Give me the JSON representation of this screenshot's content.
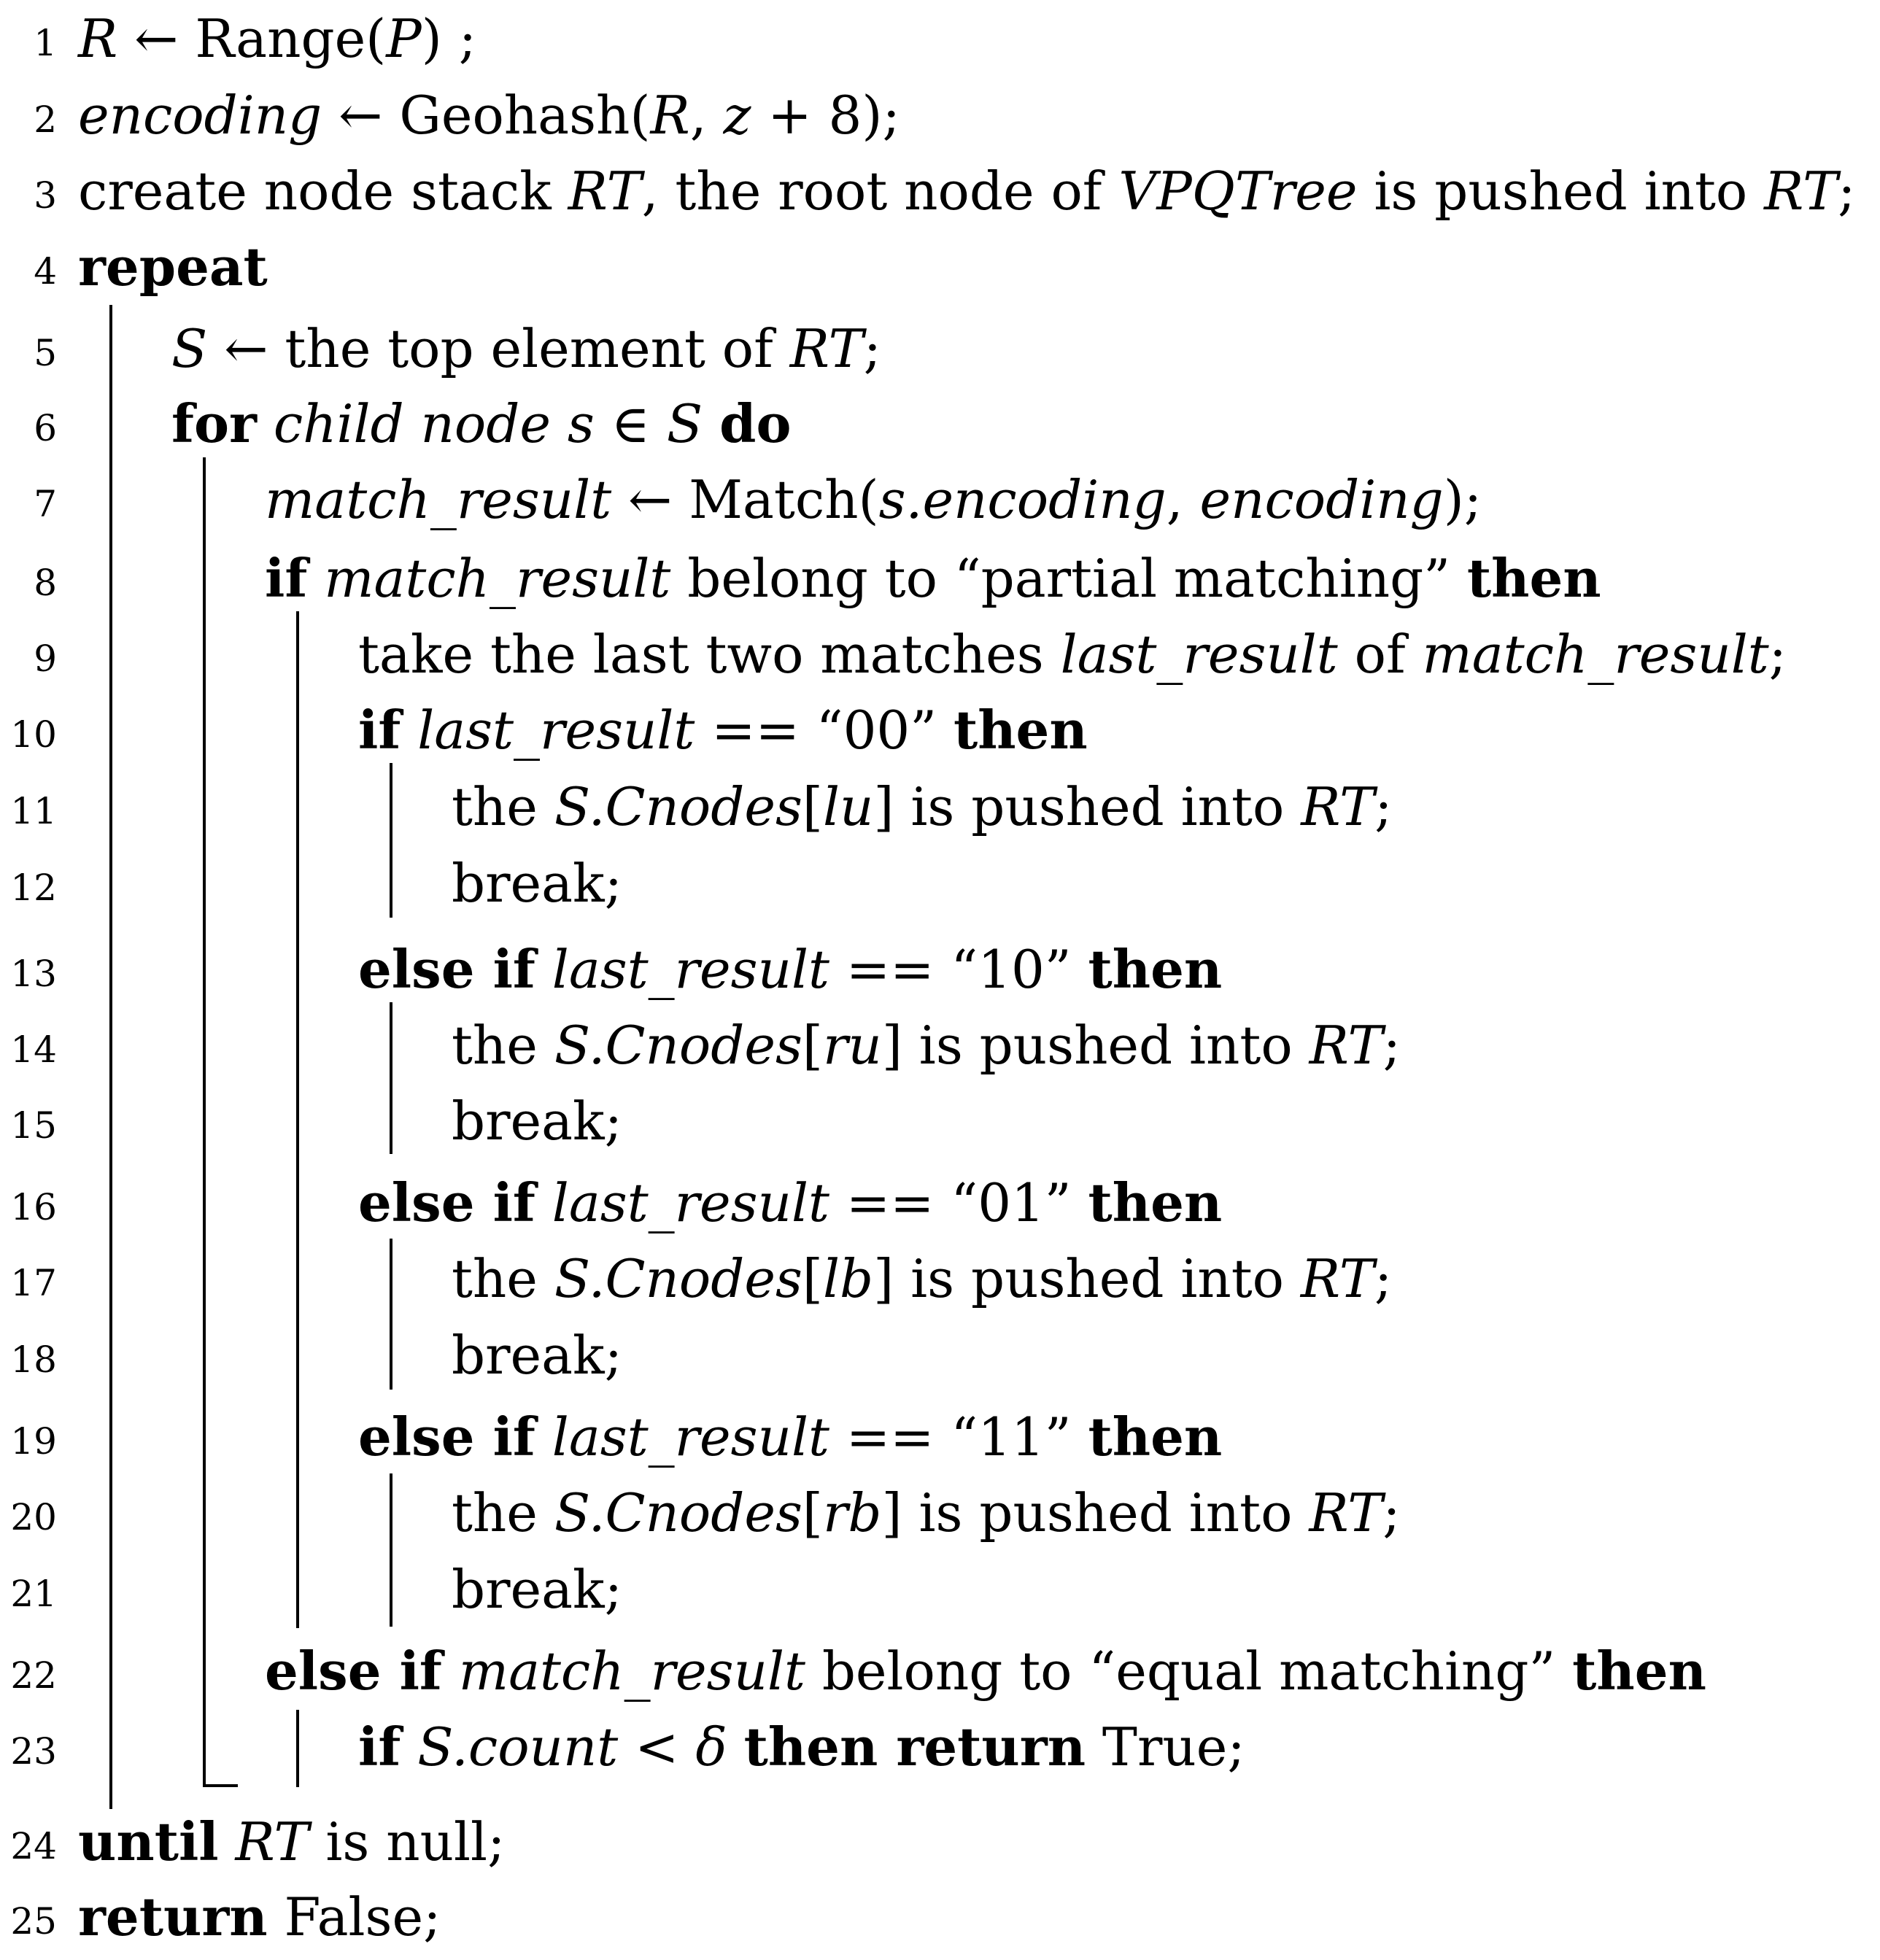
{
  "lines": [
    {
      "no": "1",
      "indent": 0,
      "segments": [
        {
          "t": "R",
          "s": "it"
        },
        {
          "t": " ← Range(",
          "s": ""
        },
        {
          "t": "P",
          "s": "it"
        },
        {
          "t": ") ;",
          "s": ""
        }
      ]
    },
    {
      "no": "2",
      "indent": 0,
      "segments": [
        {
          "t": "encoding",
          "s": "it"
        },
        {
          "t": " ← Geohash(",
          "s": ""
        },
        {
          "t": "R",
          "s": "it"
        },
        {
          "t": ", ",
          "s": ""
        },
        {
          "t": "z",
          "s": "it"
        },
        {
          "t": " + 8);",
          "s": ""
        }
      ]
    },
    {
      "no": "3",
      "indent": 0,
      "segments": [
        {
          "t": "create node stack ",
          "s": ""
        },
        {
          "t": "RT",
          "s": "it"
        },
        {
          "t": ", the root node of ",
          "s": ""
        },
        {
          "t": "VPQTree",
          "s": "it"
        },
        {
          "t": " is pushed into ",
          "s": ""
        },
        {
          "t": "RT",
          "s": "it"
        },
        {
          "t": ";",
          "s": ""
        }
      ]
    },
    {
      "no": "4",
      "indent": 0,
      "segments": [
        {
          "t": "repeat",
          "s": "kw"
        }
      ]
    },
    {
      "no": "5",
      "indent": 1,
      "segments": [
        {
          "t": "S",
          "s": "it"
        },
        {
          "t": " ← the top element of ",
          "s": ""
        },
        {
          "t": "RT",
          "s": "it"
        },
        {
          "t": ";",
          "s": ""
        }
      ]
    },
    {
      "no": "6",
      "indent": 1,
      "segments": [
        {
          "t": "for",
          "s": "kw"
        },
        {
          "t": " ",
          "s": ""
        },
        {
          "t": "child node s",
          "s": "it"
        },
        {
          "t": " ∈ ",
          "s": ""
        },
        {
          "t": "S",
          "s": "it"
        },
        {
          "t": " ",
          "s": ""
        },
        {
          "t": "do",
          "s": "kw"
        }
      ]
    },
    {
      "no": "7",
      "indent": 2,
      "segments": [
        {
          "t": "match_result",
          "s": "it"
        },
        {
          "t": " ← Match(",
          "s": ""
        },
        {
          "t": "s.encoding",
          "s": "it"
        },
        {
          "t": ", ",
          "s": ""
        },
        {
          "t": "encoding",
          "s": "it"
        },
        {
          "t": ");",
          "s": ""
        }
      ]
    },
    {
      "no": "8",
      "indent": 2,
      "segments": [
        {
          "t": "if",
          "s": "kw"
        },
        {
          "t": " ",
          "s": ""
        },
        {
          "t": "match_result",
          "s": "it"
        },
        {
          "t": " belong to “partial matching” ",
          "s": ""
        },
        {
          "t": "then",
          "s": "kw"
        }
      ]
    },
    {
      "no": "9",
      "indent": 3,
      "segments": [
        {
          "t": "take the last two matches ",
          "s": ""
        },
        {
          "t": "last_result",
          "s": "it"
        },
        {
          "t": " of ",
          "s": ""
        },
        {
          "t": "match_result",
          "s": "it"
        },
        {
          "t": ";",
          "s": ""
        }
      ]
    },
    {
      "no": "10",
      "indent": 3,
      "segments": [
        {
          "t": "if",
          "s": "kw"
        },
        {
          "t": " ",
          "s": ""
        },
        {
          "t": "last_result",
          "s": "it"
        },
        {
          "t": " == “00” ",
          "s": ""
        },
        {
          "t": "then",
          "s": "kw"
        }
      ]
    },
    {
      "no": "11",
      "indent": 4,
      "segments": [
        {
          "t": "the ",
          "s": ""
        },
        {
          "t": "S.Cnodes",
          "s": "it"
        },
        {
          "t": "[",
          "s": ""
        },
        {
          "t": "lu",
          "s": "it"
        },
        {
          "t": "] is pushed into ",
          "s": ""
        },
        {
          "t": "RT",
          "s": "it"
        },
        {
          "t": ";",
          "s": ""
        }
      ]
    },
    {
      "no": "12",
      "indent": 4,
      "segments": [
        {
          "t": "break;",
          "s": ""
        }
      ]
    },
    {
      "no": "13",
      "indent": 3,
      "segments": [
        {
          "t": "else if",
          "s": "kw"
        },
        {
          "t": " ",
          "s": ""
        },
        {
          "t": "last_result",
          "s": "it"
        },
        {
          "t": " == “10” ",
          "s": ""
        },
        {
          "t": "then",
          "s": "kw"
        }
      ]
    },
    {
      "no": "14",
      "indent": 4,
      "segments": [
        {
          "t": "the ",
          "s": ""
        },
        {
          "t": "S.Cnodes",
          "s": "it"
        },
        {
          "t": "[",
          "s": ""
        },
        {
          "t": "ru",
          "s": "it"
        },
        {
          "t": "] is pushed into ",
          "s": ""
        },
        {
          "t": "RT",
          "s": "it"
        },
        {
          "t": ";",
          "s": ""
        }
      ]
    },
    {
      "no": "15",
      "indent": 4,
      "segments": [
        {
          "t": "break;",
          "s": ""
        }
      ]
    },
    {
      "no": "16",
      "indent": 3,
      "segments": [
        {
          "t": "else if",
          "s": "kw"
        },
        {
          "t": " ",
          "s": ""
        },
        {
          "t": "last_result",
          "s": "it"
        },
        {
          "t": " == “01” ",
          "s": ""
        },
        {
          "t": "then",
          "s": "kw"
        }
      ]
    },
    {
      "no": "17",
      "indent": 4,
      "segments": [
        {
          "t": "the ",
          "s": ""
        },
        {
          "t": "S.Cnodes",
          "s": "it"
        },
        {
          "t": "[",
          "s": ""
        },
        {
          "t": "lb",
          "s": "it"
        },
        {
          "t": "] is pushed into ",
          "s": ""
        },
        {
          "t": "RT",
          "s": "it"
        },
        {
          "t": ";",
          "s": ""
        }
      ]
    },
    {
      "no": "18",
      "indent": 4,
      "segments": [
        {
          "t": "break;",
          "s": ""
        }
      ]
    },
    {
      "no": "19",
      "indent": 3,
      "segments": [
        {
          "t": "else if",
          "s": "kw"
        },
        {
          "t": " ",
          "s": ""
        },
        {
          "t": "last_result",
          "s": "it"
        },
        {
          "t": " == “11” ",
          "s": ""
        },
        {
          "t": "then",
          "s": "kw"
        }
      ]
    },
    {
      "no": "20",
      "indent": 4,
      "segments": [
        {
          "t": "the ",
          "s": ""
        },
        {
          "t": "S.Cnodes",
          "s": "it"
        },
        {
          "t": "[",
          "s": ""
        },
        {
          "t": "rb",
          "s": "it"
        },
        {
          "t": "] is pushed into ",
          "s": ""
        },
        {
          "t": "RT",
          "s": "it"
        },
        {
          "t": ";",
          "s": ""
        }
      ]
    },
    {
      "no": "21",
      "indent": 4,
      "segments": [
        {
          "t": "break;",
          "s": ""
        }
      ]
    },
    {
      "no": "22",
      "indent": 2,
      "segments": [
        {
          "t": "else if",
          "s": "kw"
        },
        {
          "t": " ",
          "s": ""
        },
        {
          "t": "match_result",
          "s": "it"
        },
        {
          "t": " belong to “equal matching” ",
          "s": ""
        },
        {
          "t": "then",
          "s": "kw"
        }
      ]
    },
    {
      "no": "23",
      "indent": 3,
      "segments": [
        {
          "t": "if",
          "s": "kw"
        },
        {
          "t": " ",
          "s": ""
        },
        {
          "t": "S.count",
          "s": "it"
        },
        {
          "t": " < ",
          "s": ""
        },
        {
          "t": "δ",
          "s": "it"
        },
        {
          "t": " ",
          "s": ""
        },
        {
          "t": "then return",
          "s": "kw"
        },
        {
          "t": " True;",
          "s": ""
        }
      ]
    },
    {
      "no": "24",
      "indent": 0,
      "segments": [
        {
          "t": "until",
          "s": "kw"
        },
        {
          "t": " ",
          "s": ""
        },
        {
          "t": "RT",
          "s": "it"
        },
        {
          "t": " is null;",
          "s": ""
        }
      ]
    },
    {
      "no": "25",
      "indent": 0,
      "segments": [
        {
          "t": "return",
          "s": "kw"
        },
        {
          "t": " False;",
          "s": ""
        }
      ]
    }
  ]
}
